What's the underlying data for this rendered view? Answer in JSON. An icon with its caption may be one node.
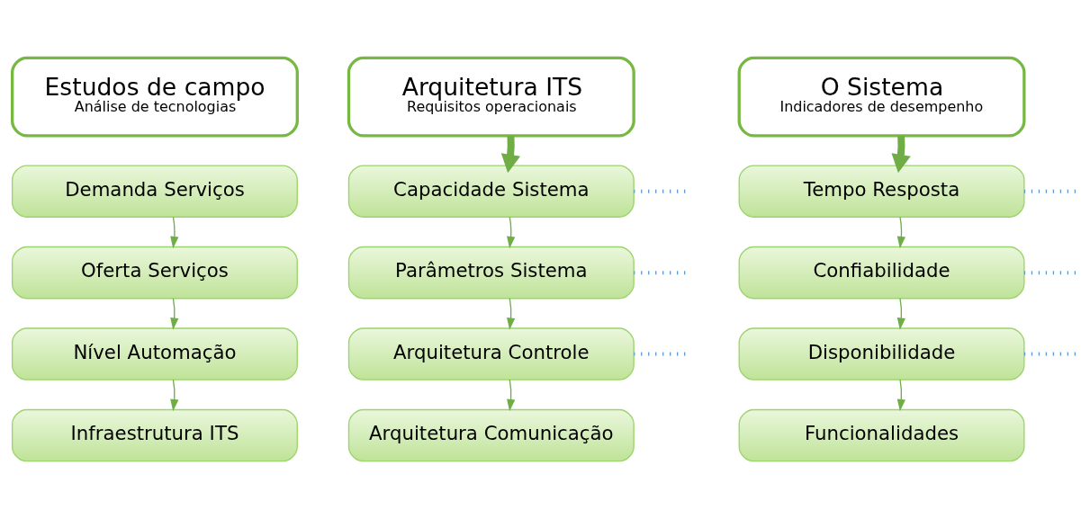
{
  "diagram": {
    "nodes": [
      {
        "text": [
          "Estudos de campo",
          "Análise de tecnologias"
        ]
      },
      {
        "text": [
          "Arquitetura ITS",
          "Requisitos operacionais"
        ]
      },
      {
        "text": [
          "O Sistema",
          "Indicadores de desempenho"
        ]
      },
      {
        "text": [
          "Demanda Serviços"
        ]
      },
      {
        "text": [
          "Oferta Serviços"
        ]
      },
      {
        "text": [
          "Nível Automação"
        ]
      },
      {
        "text": [
          "Infraestrutura ITS"
        ]
      },
      {
        "text": [
          "Capacidade Sistema"
        ]
      },
      {
        "text": [
          "Parâmetros Sistema"
        ]
      },
      {
        "text": [
          "Arquitetura Controle"
        ]
      },
      {
        "text": [
          "Arquitetura Comunicação"
        ]
      },
      {
        "text": [
          "Tempo Resposta"
        ]
      },
      {
        "text": [
          "Confiabilidade"
        ]
      },
      {
        "text": [
          "Disponibilidade"
        ]
      },
      {
        "text": [
          "Funcionalidades"
        ]
      }
    ],
    "edges": [
      {
        "from": 3,
        "to": 4,
        "arrow": "to"
      },
      {
        "from": 4,
        "to": 5,
        "arrow": "to"
      },
      {
        "from": 5,
        "to": 6,
        "arrow": "to"
      },
      {
        "from": 1,
        "to": 7,
        "arrow": "to",
        "style": "thick"
      },
      {
        "from": 7,
        "to": 8,
        "arrow": "to"
      },
      {
        "from": 8,
        "to": 9,
        "arrow": "to"
      },
      {
        "from": 9,
        "to": 10,
        "arrow": "to"
      },
      {
        "from": 2,
        "to": 11,
        "arrow": "to",
        "style": "thick"
      },
      {
        "from": 11,
        "to": 12,
        "arrow": "to"
      },
      {
        "from": 12,
        "to": 13,
        "arrow": "to"
      },
      {
        "from": 13,
        "to": 14,
        "arrow": "to"
      },
      {
        "from": null,
        "to": 7,
        "arrow": "none",
        "style": "dashed",
        "color": "#5b9bd5"
      },
      {
        "from": null,
        "to": 8,
        "arrow": "none",
        "style": "dashed",
        "color": "#5b9bd5"
      },
      {
        "from": null,
        "to": 9,
        "arrow": "none",
        "style": "dashed",
        "color": "#5b9bd5"
      },
      {
        "from": null,
        "to": 11,
        "arrow": "none",
        "style": "dashed",
        "color": "#5b9bd5"
      },
      {
        "from": null,
        "to": 12,
        "arrow": "none",
        "style": "dashed",
        "color": "#5b9bd5"
      },
      {
        "from": null,
        "to": 13,
        "arrow": "none",
        "style": "dashed",
        "color": "#5b9bd5"
      }
    ]
  }
}
